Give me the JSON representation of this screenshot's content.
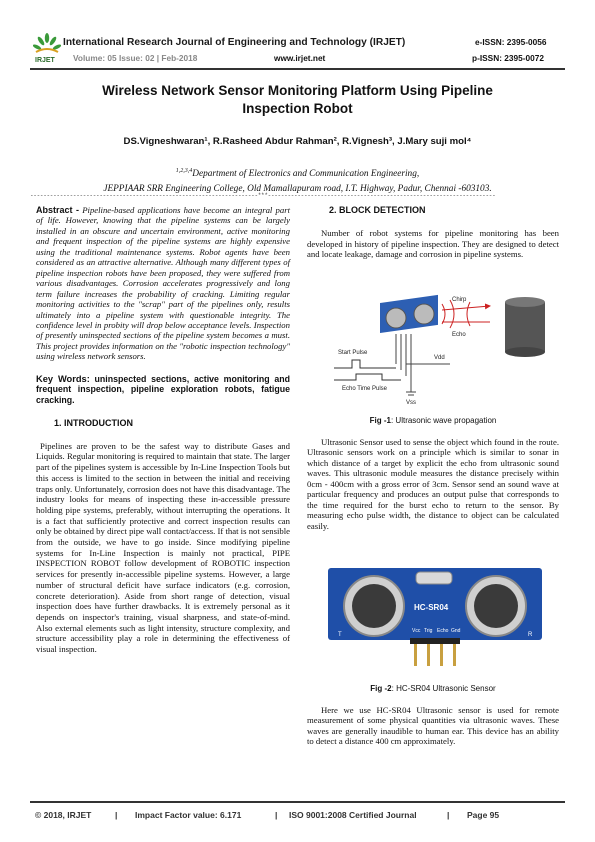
{
  "header": {
    "journal_title": "International Research Journal of Engineering and Technology (IRJET)",
    "e_issn": "e-ISSN: 2395-0056",
    "volume_issue": "Volume: 05 Issue: 02 | Feb-2018",
    "website": "www.irjet.net",
    "p_issn": "p-ISSN: 2395-0072",
    "logo_text": "IRJET"
  },
  "paper": {
    "title_line1": "Wireless Network Sensor Monitoring Platform Using Pipeline",
    "title_line2": "Inspection Robot",
    "authors": "DS.Vigneshwaran¹, R.Rasheed Abdur Rahman², R.Vignesh³, J.Mary suji mol⁴",
    "affil_sup": "1,2,3,4",
    "affil_line1": "Department of Electronics and Communication Engineering,",
    "affil_line2": "JEPPIAAR SRR Engineering College, Old Mamallapuram road, I.T. Highway, Padur, Chennai -603103.",
    "separator": "---------------------------------------------------------------------***---------------------------------------------------------------------"
  },
  "abstract": {
    "label": "Abstract -",
    "text": "Pipeline-based applications have become an integral part of life. However, knowing that the pipeline systems can be largely installed in an obscure and uncertain environment, active monitoring and frequent inspection of the pipeline systems are highly expensive using the traditional maintenance systems. Robot agents have been considered as an attractive alternative. Although many different types of pipeline inspection robots have been proposed, they were suffered from various disadvantages. Corrosion accelerates progressively and long term failure increases the probability of cracking. Limiting regular monitoring activities to the \"scrap\" part of the pipelines only, results ultimately into a pipeline system with questionable integrity. The confidence level in probity will drop below acceptance levels. Inspection of presently uninspected sections of the pipeline system becomes a must. This project provides information on the \"robotic inspection technology\" using wireless network sensors."
  },
  "keywords": {
    "label": "Key Words:",
    "text": "uninspected sections, active monitoring and frequent inspection, pipeline exploration robots, fatigue cracking."
  },
  "intro": {
    "heading": "1.   INTRODUCTION",
    "text": "Pipelines are proven to be the safest way to distribute Gases and Liquids. Regular monitoring is required to maintain that state. The larger part of the pipelines system is accessible by In-Line Inspection Tools but this access is limited to the section in between the initial and receiving traps only. Unfortunately, corrosion does not have this disadvantage. The industry looks for means of inspecting these in-accessible pressure holding pipe systems, preferably, without interrupting the operations. It is a fact that sufficiently protective and correct inspection results can only be obtained by direct pipe wall contact/access. If that is not sensible from the outside, we have to go inside. Since modifying pipeline systems for In-Line Inspection is mainly not practical, PIPE INSPECTION ROBOT follow development of ROBOTIC inspection services for presently in-accessible pipeline systems. However, a large number of structural deficit have surface indicators (e.g. corrosion, concrete deterioration). Aside from short range of detection, visual inspection does have further drawbacks. It is extremely personal as it depends on inspector's training, visual sharpness, and state-of-mind. Also external elements such as light intensity, structure complexity, and structure accessibility play a role in determining the effectiveness of visual inspection."
  },
  "block_detection": {
    "heading": "2.    BLOCK DETECTION",
    "para1": "Number of robot systems for pipeline monitoring has been developed in history of pipeline inspection. They are designed to detect and locate leakage, damage and corrosion in pipeline systems.",
    "fig1_label": "Fig -1",
    "fig1_caption": ": Ultrasonic wave propagation",
    "fig1_text": {
      "chirp": "Chirp",
      "echo": "Echo",
      "vdd": "Vdd",
      "vss": "Vss",
      "start_pulse": "Start Pulse",
      "echo_time_pulse": "Echo Time Pulse"
    },
    "para2": "Ultrasonic Sensor used to sense the object which found in the route. Ultrasonic sensors work on a principle which is similar to sonar in which distance of a target by explicit the echo from ultrasonic sound waves. This ultrasonic module measures the distance precisely within 0cm - 400cm with a gross error of 3cm. Sensor send an sound wave at particular frequency and produces an output pulse that corresponds to the time required for the burst echo to return to the sensor. By measuring echo pulse width, the distance to object can be calculated easily.",
    "fig2_label": "Fig -2",
    "fig2_caption": ": HC-SR04 Ultrasonic Sensor",
    "fig2_text": {
      "model": "HC-SR04",
      "t": "T",
      "r": "R",
      "pins": [
        "Vcc",
        "Trig",
        "Echo",
        "Gnd"
      ]
    },
    "para3": "Here we use HC-SR04 Ultrasonic sensor is used for remote measurement of some physical quantities via ultrasonic waves. These waves are generally inaudible to human ear. This device has an ability to detect a distance 400 cm approximately."
  },
  "footer": {
    "copyright": "© 2018, IRJET",
    "impact": "Impact Factor value: 6.171",
    "iso": "ISO 9001:2008 Certified Journal",
    "page": "Page 95"
  },
  "colors": {
    "logo_green": "#3a9a3a",
    "pcb_blue": "#1f4fa8",
    "header_grey": "#888888"
  }
}
